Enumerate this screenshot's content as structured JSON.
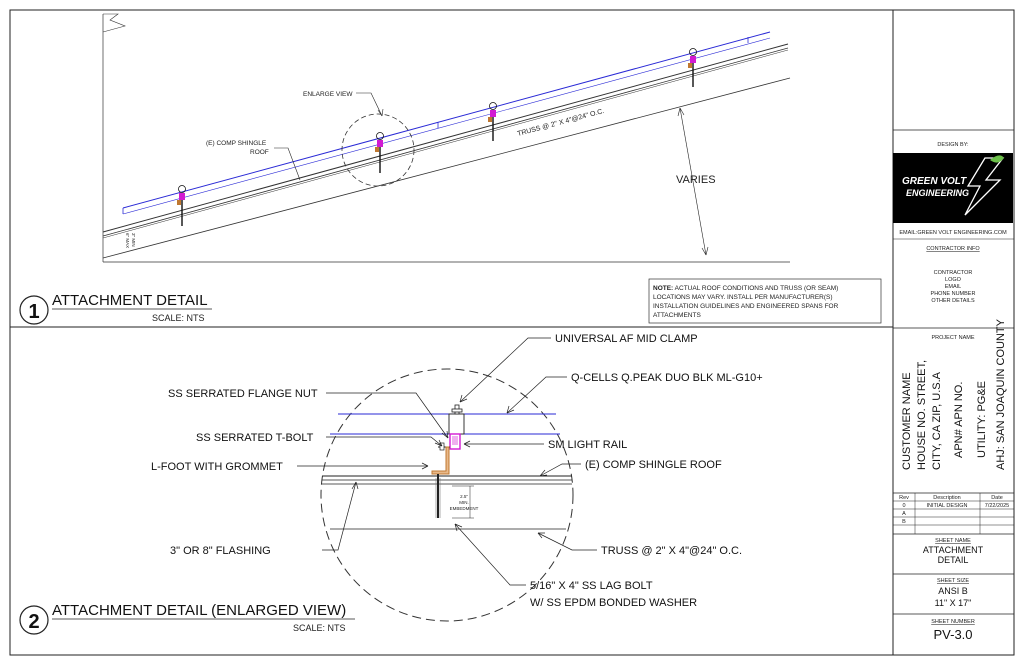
{
  "detail1": {
    "number": "1",
    "title": "ATTACHMENT DETAIL",
    "scale": "SCALE:  NTS",
    "labels": {
      "enlarge_view": "ENLARGE VIEW",
      "roof_line1": "(E) COMP SHINGLE",
      "roof_line2": "ROOF",
      "truss": "TRUSS @ 2\" X 4\"@24\" O.C.",
      "varies": "VARIES",
      "dim_min": "3\" MIN",
      "dim_max": "6\" MAX"
    },
    "note": {
      "bold": "NOTE:",
      "line1": " ACTUAL ROOF CONDITIONS AND TRUSS (OR SEAM)",
      "line2": "LOCATIONS MAY VARY. INSTALL PER MANUFACTURER(S)",
      "line3": "INSTALLATION GUIDELINES AND ENGINEERED SPANS FOR",
      "line4": "ATTACHMENTS"
    }
  },
  "detail2": {
    "number": "2",
    "title": "ATTACHMENT DETAIL (ENLARGED VIEW)",
    "scale": "SCALE:  NTS",
    "labels": {
      "mid_clamp": "UNIVERSAL AF MID CLAMP",
      "module": "Q-CELLS Q.PEAK DUO BLK ML-G10+",
      "flange_nut": "SS SERRATED FLANGE NUT",
      "t_bolt": "SS SERRATED T-BOLT",
      "rail": "SM LIGHT RAIL",
      "l_foot": "L-FOOT WITH GROMMET",
      "roof": "(E) COMP SHINGLE ROOF",
      "flashing": "3\" OR 8\" FLASHING",
      "truss": "TRUSS @ 2\" X 4\"@24\" O.C.",
      "lag1": "5/16\" X 4\" SS LAG BOLT",
      "lag2": "W/ SS EPDM BONDED WASHER",
      "embed1": "2.5\"",
      "embed2": "MIN.",
      "embed3": "EMBEDMENT"
    }
  },
  "title_block": {
    "design_by": "DESIGN BY:",
    "logo_line1": "GREEN VOLT",
    "logo_line2": "ENGINEERING",
    "email": "EMAIL:GREEN VOLT ENGINEERING.COM",
    "contractor_info": "CONTRACTOR INFO",
    "contractor_lines": [
      "CONTRACTOR",
      "LOGO",
      "EMAIL",
      "PHONE NUMBER",
      "OTHER DETAILS"
    ],
    "project_name": "PROJECT NAME",
    "project_lines": [
      "CUSTOMER NAME",
      "HOUSE NO. STREET,",
      "CITY, CA ZIP, U.S.A",
      "APN# APN NO.",
      "UTILITY: PG&E",
      "AHJ: SAN JOAQUIN COUNTY"
    ],
    "rev_headers": [
      "Rev",
      "Description",
      "Date"
    ],
    "rev_rows": [
      [
        "0",
        "INITIAL DESIGN",
        "7/22/2025"
      ],
      [
        "A",
        "",
        ""
      ],
      [
        "B",
        "",
        ""
      ]
    ],
    "sheet_name_label": "SHEET NAME",
    "sheet_name": [
      "ATTACHMENT",
      "DETAIL"
    ],
    "sheet_size_label": "SHEET SIZE",
    "sheet_size": [
      "ANSI B",
      "11\" X 17\""
    ],
    "sheet_number_label": "SHEET NUMBER",
    "sheet_number": "PV-3.0"
  },
  "colors": {
    "module_line": "#2a2ad6",
    "clamp": "#d21bd2",
    "foot": "#c07830",
    "logo_bg": "#000000",
    "logo_accent": "#6cc04a"
  }
}
